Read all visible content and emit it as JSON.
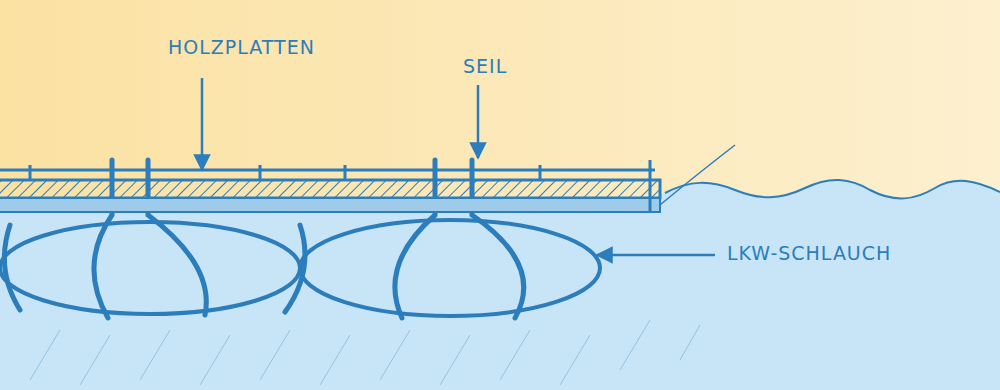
{
  "diagram": {
    "labels": [
      "HOLZPLATTEN",
      "SEIL",
      "LKW-SCHLAUCH"
    ]
  }
}
